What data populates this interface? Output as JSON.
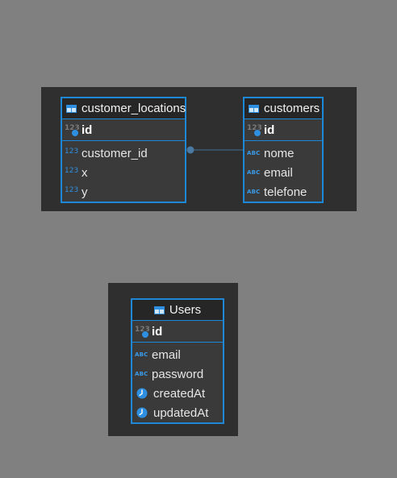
{
  "diagram": {
    "entities": [
      {
        "id": "customer_locations",
        "title": "customer_locations",
        "pk": {
          "name": "id",
          "type": "123"
        },
        "columns": [
          {
            "name": "customer_id",
            "type": "123"
          },
          {
            "name": "x",
            "type": "123"
          },
          {
            "name": "y",
            "type": "123"
          }
        ]
      },
      {
        "id": "customers",
        "title": "customers",
        "pk": {
          "name": "id",
          "type": "123"
        },
        "columns": [
          {
            "name": "nome",
            "type": "ABC"
          },
          {
            "name": "email",
            "type": "ABC"
          },
          {
            "name": "telefone",
            "type": "ABC"
          }
        ]
      },
      {
        "id": "users",
        "title": "Users",
        "pk": {
          "name": "id",
          "type": "123"
        },
        "columns": [
          {
            "name": "email",
            "type": "ABC"
          },
          {
            "name": "password",
            "type": "ABC"
          },
          {
            "name": "createdAt",
            "type": "clock"
          },
          {
            "name": "updatedAt",
            "type": "clock"
          }
        ]
      }
    ],
    "relationships": [
      {
        "from": "customer_locations.customer_id",
        "to": "customers.id"
      }
    ],
    "colors": {
      "canvas": "#808080",
      "panel": "#2f2f2f",
      "entity_border": "#1e88d8",
      "icon": "#2e8fe0"
    }
  }
}
